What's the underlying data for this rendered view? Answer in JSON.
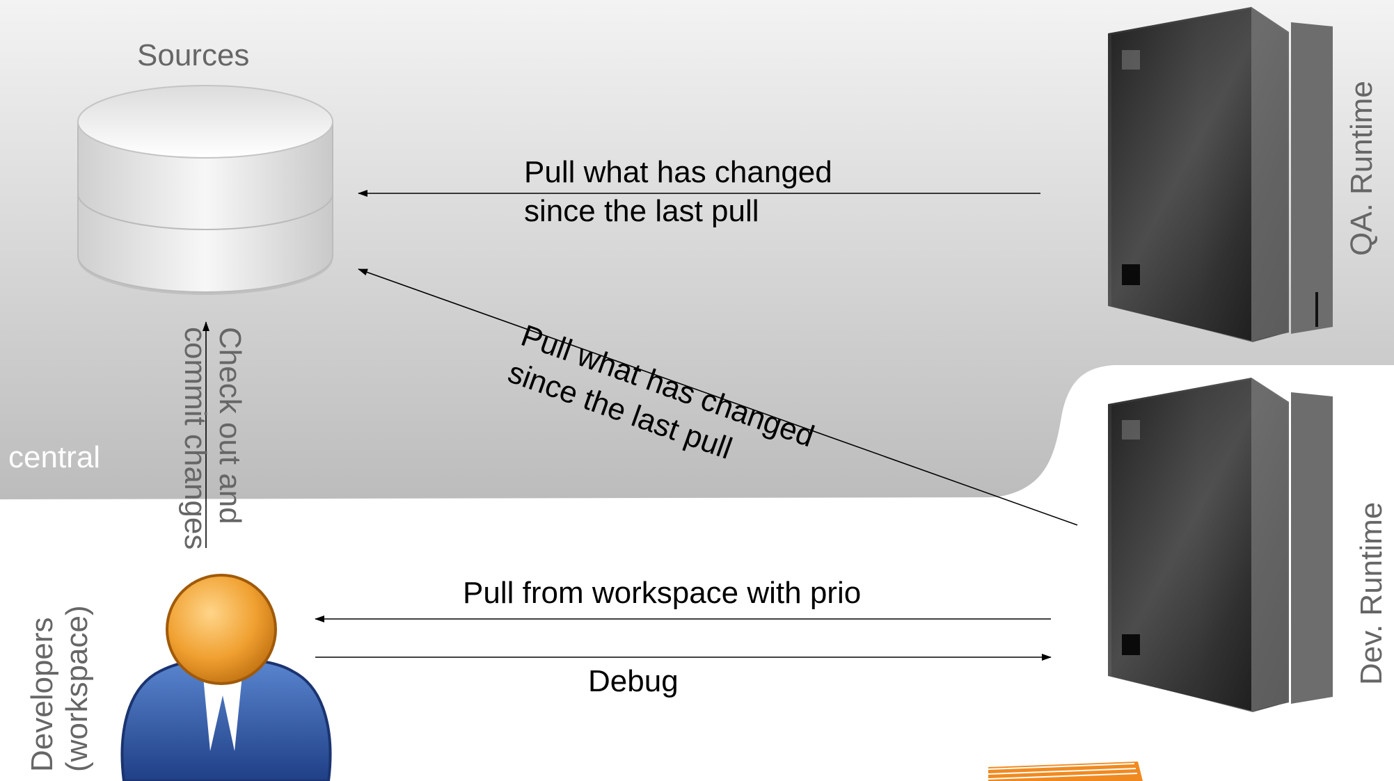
{
  "diagram": {
    "zones": {
      "central": "central"
    },
    "nodes": {
      "sources": {
        "label": "Sources",
        "icon": "database-icon"
      },
      "qa_runtime": {
        "label": "QA. Runtime",
        "icon": "server-icon"
      },
      "dev_runtime": {
        "label": "Dev. Runtime",
        "icon": "server-icon"
      },
      "developers": {
        "label_line1": "Developers",
        "label_line2": "(workspace)",
        "icon": "user-icon"
      }
    },
    "edges": {
      "qa_pull": {
        "line1": "Pull what has changed",
        "line2": "since the last pull"
      },
      "dev_pull": {
        "line1": "Pull what has changed",
        "line2": "since the last pull"
      },
      "checkout": {
        "line1": "Check out and",
        "line2": "commit changes"
      },
      "workspace_pull": {
        "label": "Pull from workspace with prio"
      },
      "debug": {
        "label": "Debug"
      }
    }
  },
  "colors": {
    "central_zone_top": "#f2f2f2",
    "central_zone_bottom": "#bdbdbd",
    "person_head": "#f0a030",
    "person_body": "#3a64b0",
    "server_body": "#2b2b2b",
    "label_gray": "#666666",
    "logo_orange": "#f08a20"
  }
}
